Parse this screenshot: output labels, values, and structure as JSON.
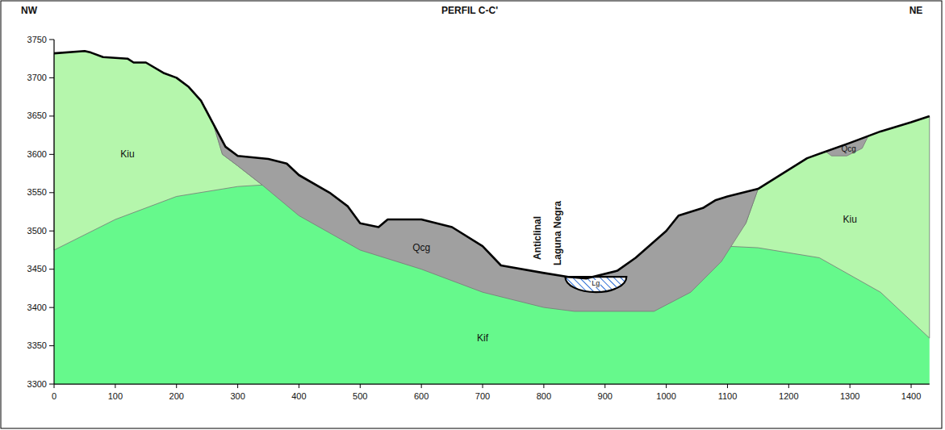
{
  "diagram": {
    "title": "PERFIL C-C'",
    "labels": [
      "NW",
      "NE",
      "3750",
      "3700",
      "3650",
      "3600",
      "3550",
      "3500",
      "3450",
      "3400",
      "3350",
      "3300",
      "0",
      "100",
      "200",
      "300",
      "400",
      "500",
      "600",
      "700",
      "800",
      "900",
      "1000",
      "1100",
      "1200",
      "1300",
      "1400",
      "Kiu",
      "Qcg",
      "Kif",
      "Anticlinal",
      "Laguna Negra",
      "Lg",
      "Qcg",
      "Kiu"
    ]
  }
}
